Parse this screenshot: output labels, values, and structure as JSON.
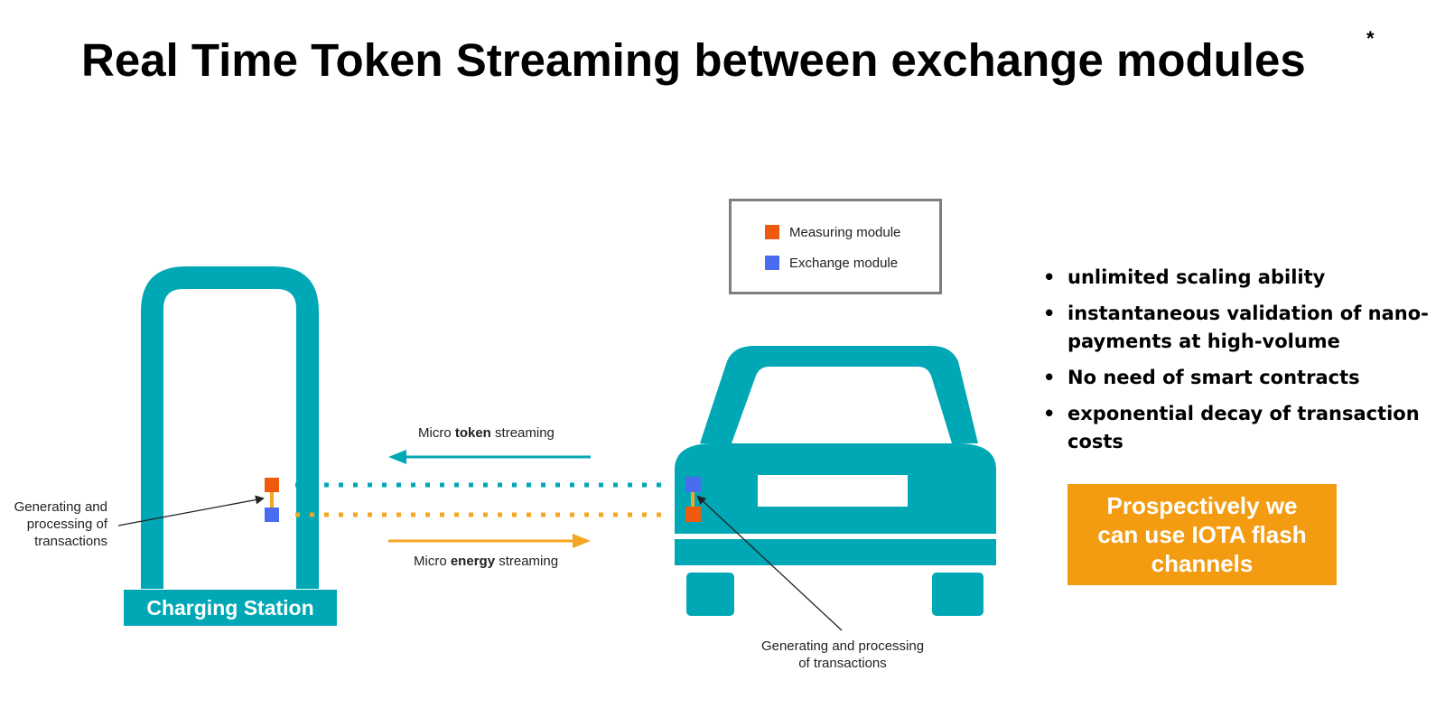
{
  "title": "Real Time Token Streaming between exchange modules",
  "title_footnote": "*",
  "colors": {
    "teal": "#00a8b5",
    "orange_arrow": "#f5a623",
    "measuring_module": "#f05a0e",
    "exchange_module": "#4a6cf0",
    "highlight_box": "#f39c12",
    "legend_border": "#7f7f7f"
  },
  "legend": {
    "measuring": "Measuring module",
    "exchange": "Exchange module"
  },
  "charging_station": {
    "label": "Charging Station",
    "annotation": "Generating and processing of transactions"
  },
  "car": {
    "annotation": "Generating and processing of transactions"
  },
  "token_stream": {
    "prefix": "Micro ",
    "bold": "token",
    "suffix": " streaming"
  },
  "energy_stream": {
    "prefix": "Micro ",
    "bold": "energy",
    "suffix": " streaming"
  },
  "benefits": [
    "unlimited scaling ability",
    "instantaneous validation of nano-payments at high-volume",
    "No need of smart contracts",
    "exponential decay of transaction costs"
  ],
  "iota_box": "Prospectively we can use IOTA flash channels"
}
